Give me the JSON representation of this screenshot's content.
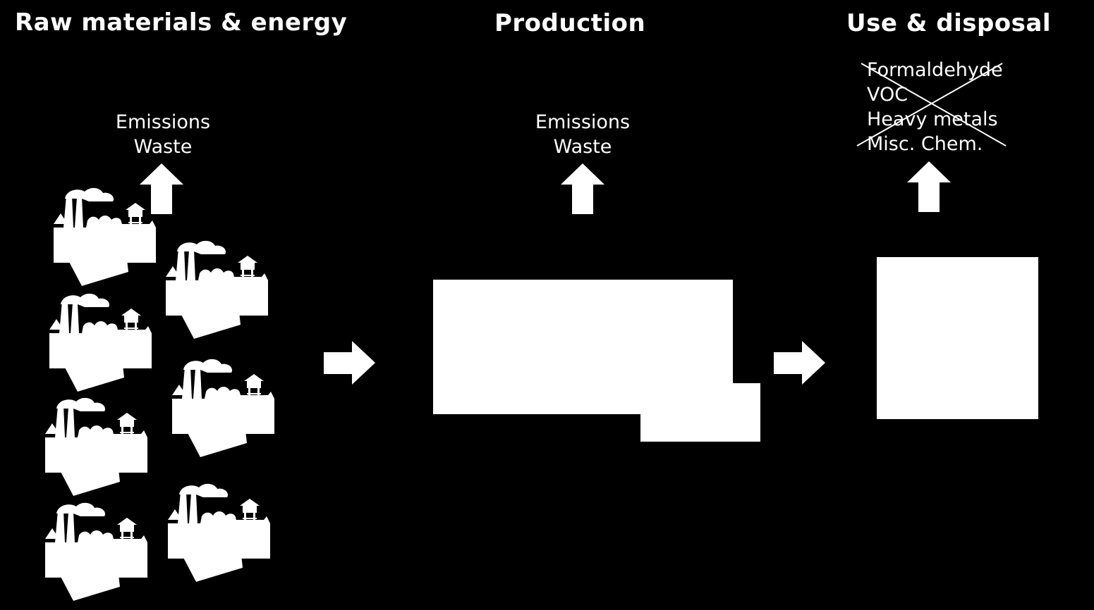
{
  "stages": {
    "raw": {
      "title": "Raw materials & energy",
      "outputs": [
        "Emissions",
        "Waste"
      ]
    },
    "production": {
      "title": "Production",
      "outputs": [
        "Emissions",
        "Waste"
      ]
    },
    "use": {
      "title": "Use & disposal",
      "outputs": [
        "Formaldehyde",
        "VOC",
        "Heavy metals",
        "Misc. Chem."
      ],
      "outputs_crossed_out": true
    }
  },
  "icons": {
    "factory": "factory-icon",
    "up_arrow": "arrow-up-icon",
    "right_arrow": "arrow-right-icon"
  },
  "colors": {
    "background": "#000000",
    "foreground": "#ffffff"
  }
}
